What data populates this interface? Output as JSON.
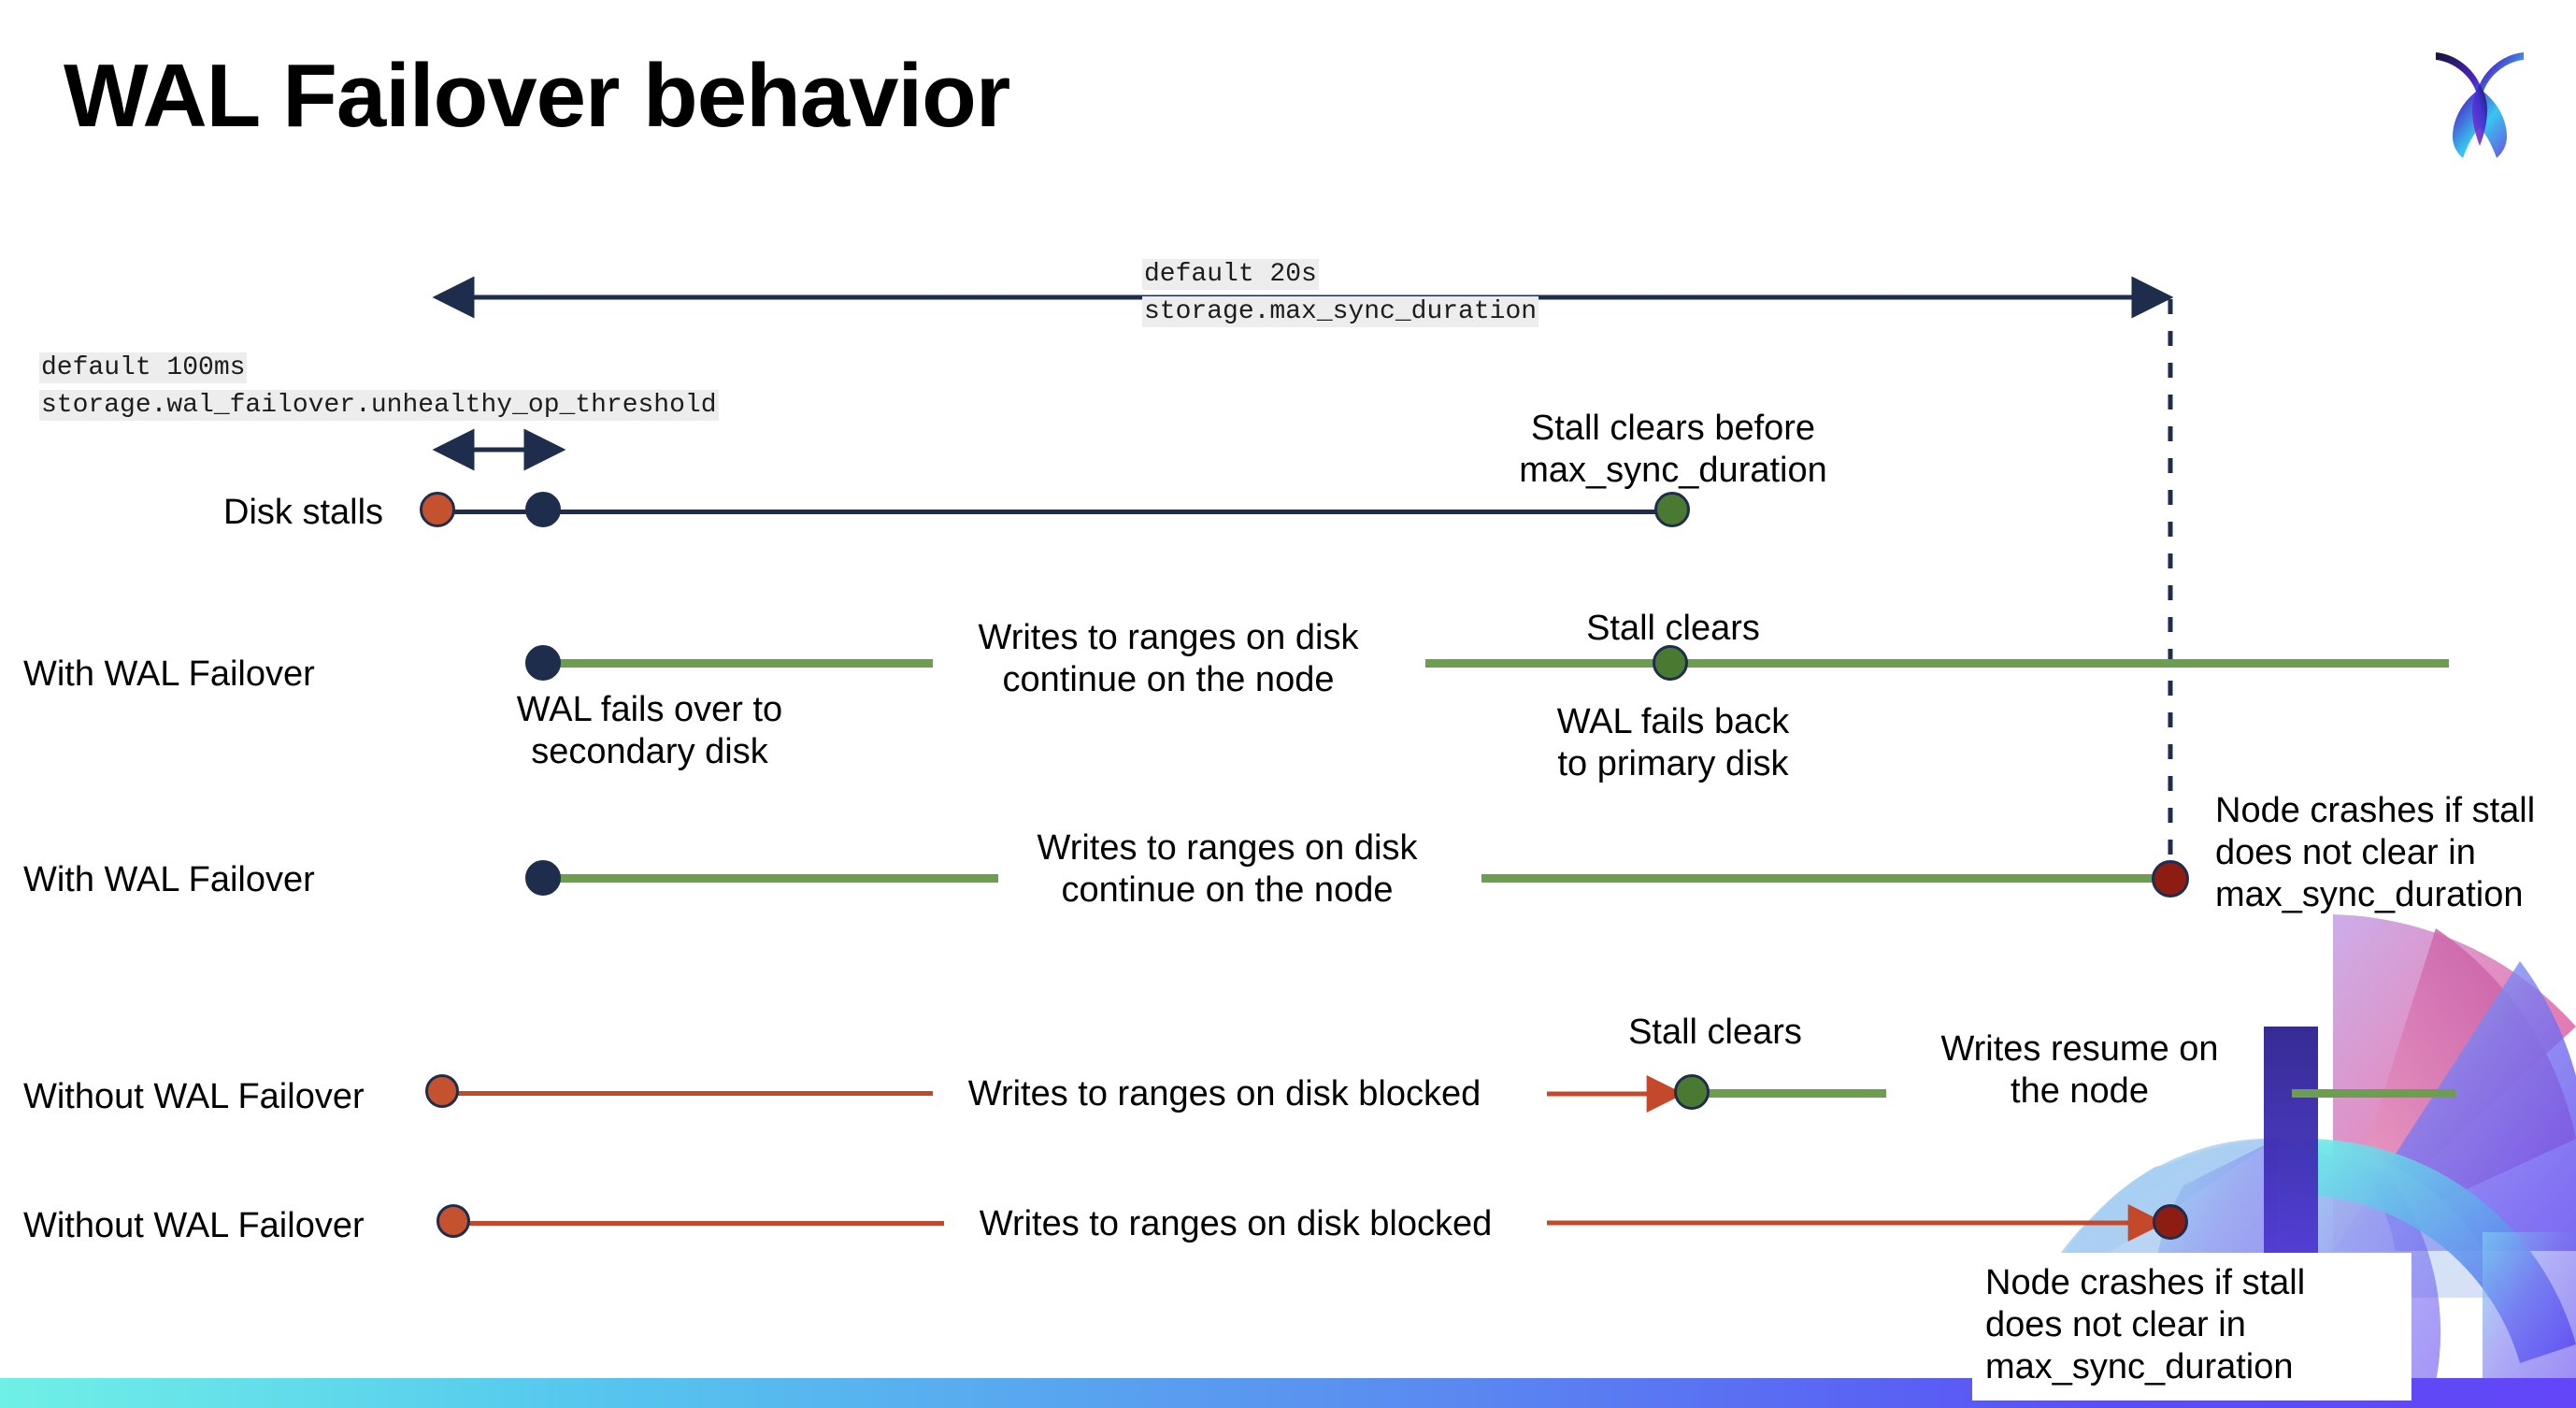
{
  "slide": {
    "title": "WAL Failover behavior",
    "logo_name": "cockroachdb-logo"
  },
  "annotations": {
    "max_sync": {
      "default": "default 20s",
      "setting": "storage.max_sync_duration"
    },
    "unhealthy_op": {
      "default": "default 100ms",
      "setting": "storage.wal_failover.unhealthy_op_threshold"
    }
  },
  "rows": [
    {
      "id": "disk-stalls",
      "label": "Disk stalls",
      "notes": [
        {
          "id": "stall-clears-before",
          "text": "Stall clears before\nmax_sync_duration"
        }
      ]
    },
    {
      "id": "with-wal-failover-1",
      "label": "With WAL Failover",
      "notes": [
        {
          "id": "wal-fails-over",
          "text": "WAL fails over to\nsecondary disk"
        },
        {
          "id": "writes-continue-1",
          "text": "Writes to ranges on disk\ncontinue on the node"
        },
        {
          "id": "stall-clears-1",
          "text": "Stall clears"
        },
        {
          "id": "wal-fails-back",
          "text": "WAL fails  back\nto primary disk"
        }
      ]
    },
    {
      "id": "with-wal-failover-2",
      "label": "With WAL Failover",
      "notes": [
        {
          "id": "writes-continue-2",
          "text": "Writes to ranges on disk\ncontinue on the node"
        },
        {
          "id": "node-crashes-1",
          "text": "Node crashes if stall\ndoes not clear in\nmax_sync_duration"
        }
      ]
    },
    {
      "id": "without-wal-failover-1",
      "label": "Without WAL Failover",
      "notes": [
        {
          "id": "writes-blocked-1",
          "text": "Writes to ranges on disk  blocked"
        },
        {
          "id": "stall-clears-2",
          "text": "Stall clears"
        },
        {
          "id": "writes-resume",
          "text": "Writes resume on\nthe node"
        }
      ]
    },
    {
      "id": "without-wal-failover-2",
      "label": "Without WAL Failover",
      "notes": [
        {
          "id": "writes-blocked-2",
          "text": "Writes to ranges on disk  blocked"
        },
        {
          "id": "node-crashes-2",
          "text": "Node crashes if stall\ndoes not clear in\nmax_sync_duration"
        }
      ]
    }
  ],
  "colors": {
    "navy": "#1f2d4d",
    "green_line": "#6d9e50",
    "red_line": "#c4492a",
    "dot_red": "#c4522e",
    "dot_green": "#4a7a31",
    "dot_crash": "#8d1c13",
    "band_start": "#6ff0e6",
    "band_end": "#6246f7"
  },
  "legend": {
    "dot_start_stall": "stall-start-marker",
    "dot_failover": "failover-marker",
    "dot_stall_clear": "stall-clear-marker",
    "dot_crash": "node-crash-marker"
  }
}
